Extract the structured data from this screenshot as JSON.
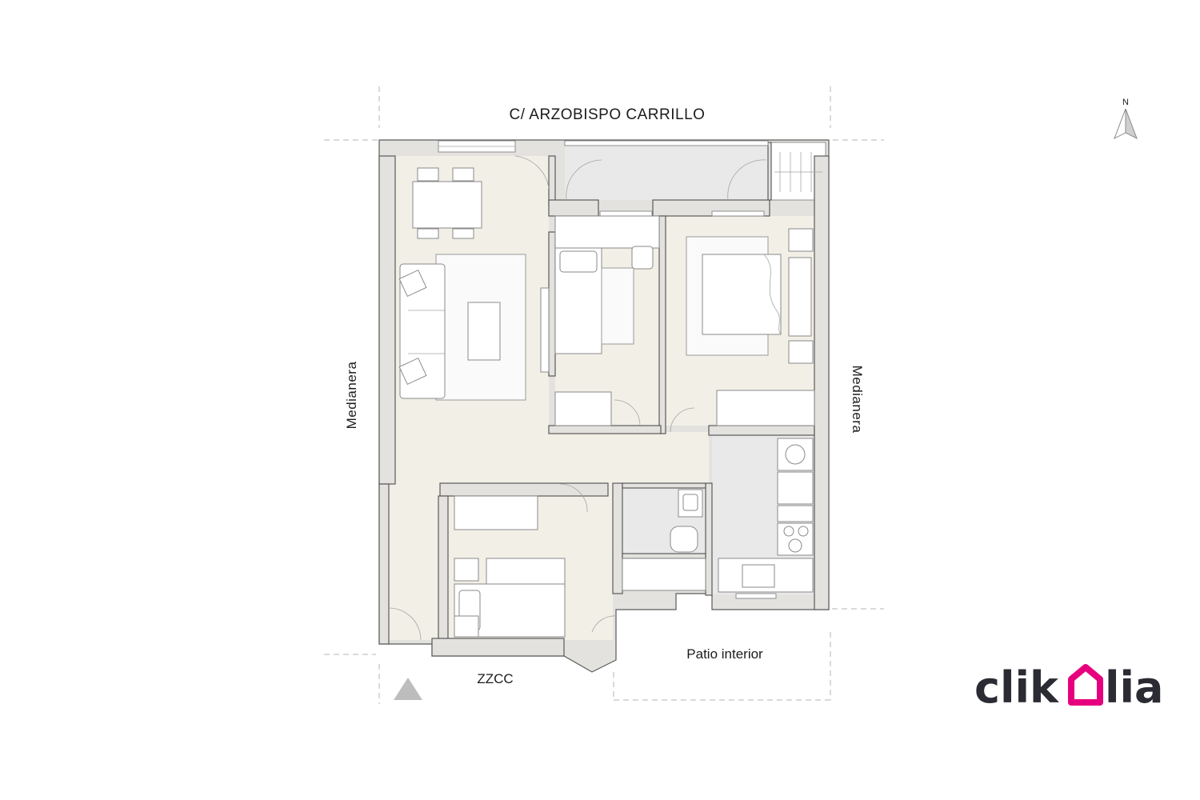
{
  "labels": {
    "street": "C/ ARZOBISPO CARRILLO",
    "left_side": "Medianera",
    "right_side": "Medianera",
    "bottom_left": "ZZCC",
    "bottom_right": "Patio interior",
    "north": "N"
  },
  "brand": {
    "logo_text": "clikalia",
    "logo_prefix": "clik",
    "logo_suffix": "lia",
    "accent_color": "#e6007e",
    "text_color": "#2b2b33"
  },
  "icons": {
    "north_arrow": "north-arrow-icon",
    "entrance": "entrance-triangle-icon"
  }
}
